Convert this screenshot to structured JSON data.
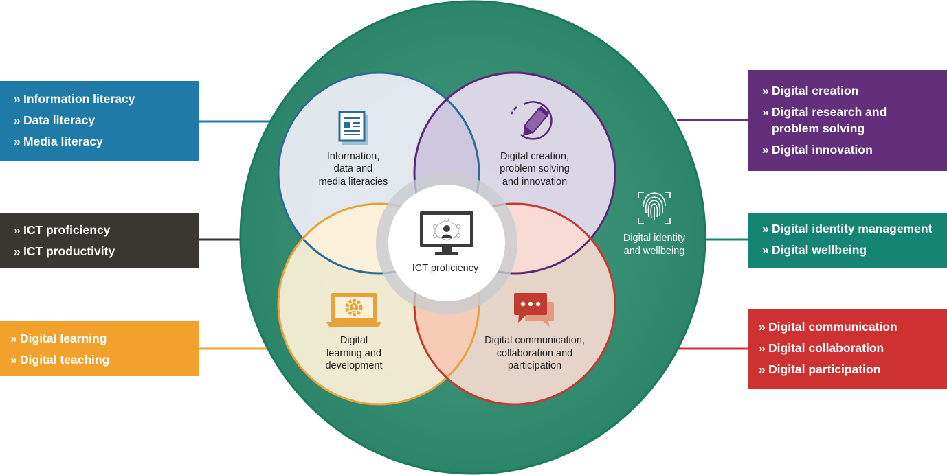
{
  "colors": {
    "outer_green": "#2f8a6e",
    "info_blue": "#1f7aa8",
    "ict_dark": "#3a3733",
    "learning_orange": "#f2a12c",
    "creation_purple": "#62307b",
    "identity_teal": "#168473",
    "communication_red": "#cd3131"
  },
  "left_boxes": {
    "information": [
      "Information literacy",
      "Data literacy",
      "Media literacy"
    ],
    "ict": [
      "ICT proficiency",
      "ICT productivity"
    ],
    "learning": [
      "Digital learning",
      "Digital teaching"
    ]
  },
  "right_boxes": {
    "creation": [
      "Digital creation",
      "Digital research and problem solving",
      "Digital innovation"
    ],
    "identity": [
      "Digital identity management",
      "Digital wellbeing"
    ],
    "communication": [
      "Digital communication",
      "Digital collaboration",
      "Digital participation"
    ]
  },
  "circles": {
    "information": {
      "icon": "document-icon",
      "lines": [
        "Information,",
        "data and",
        "media literacies"
      ]
    },
    "creation": {
      "icon": "pencil-icon",
      "lines": [
        "Digital creation,",
        "problem solving",
        "and innovation"
      ]
    },
    "learning": {
      "icon": "laptop-gear-icon",
      "lines": [
        "Digital",
        "learning and",
        "development"
      ]
    },
    "communication": {
      "icon": "chat-bubbles-icon",
      "lines": [
        "Digital communication,",
        "collaboration and",
        "participation"
      ]
    }
  },
  "center": {
    "icon": "monitor-network-icon",
    "label": "ICT proficiency"
  },
  "identity_ring": {
    "icon": "fingerprint-icon",
    "lines": [
      "Digital identity",
      "and wellbeing"
    ]
  }
}
